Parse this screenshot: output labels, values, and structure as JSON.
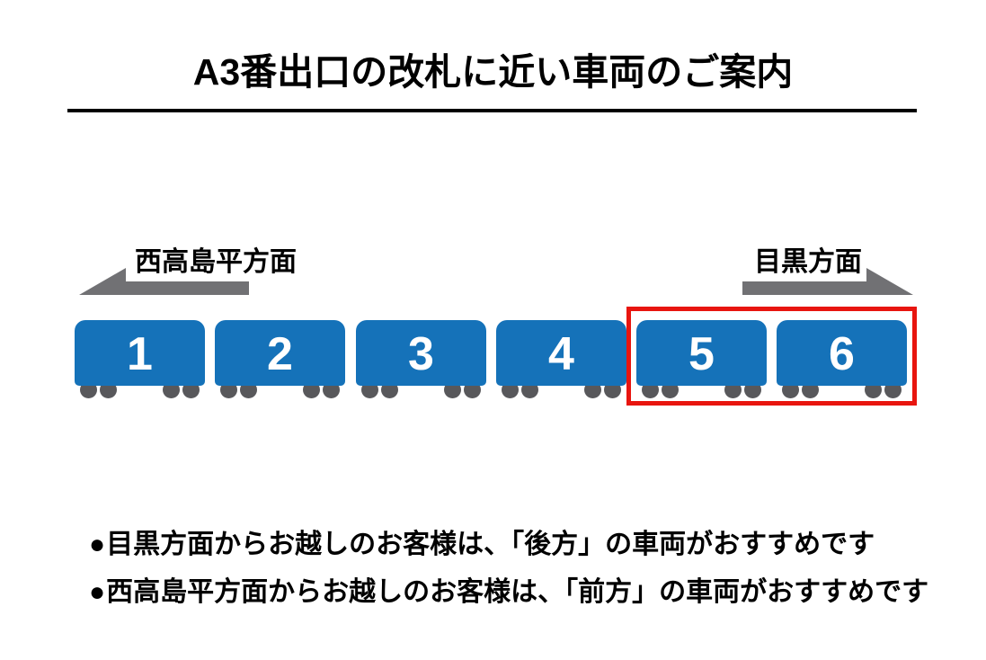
{
  "header": {
    "title": "A3番出口の改札に近い車両のご案内"
  },
  "directions": {
    "left": {
      "label": "西高島平方面",
      "arrow_icon": "left-arrow"
    },
    "right": {
      "label": "目黒方面",
      "arrow_icon": "right-arrow"
    }
  },
  "train": {
    "cars": [
      {
        "number": "1",
        "highlighted": false
      },
      {
        "number": "2",
        "highlighted": false
      },
      {
        "number": "3",
        "highlighted": false
      },
      {
        "number": "4",
        "highlighted": false
      },
      {
        "number": "5",
        "highlighted": true
      },
      {
        "number": "6",
        "highlighted": true
      }
    ],
    "highlighted_cars": [
      "5",
      "6"
    ]
  },
  "notes": [
    {
      "marker": "●",
      "text": "目黒方面からお越しのお客様は、「後方」の車両がおすすめです"
    },
    {
      "marker": "●",
      "text": "西高島平方面からお越しのお客様は、「前方」の車両がおすすめです"
    }
  ],
  "colors": {
    "background": "#ffffff",
    "text_color": "#000000",
    "car_blue": "#1572b9",
    "wheel_gray": "#58585b",
    "arrow_gray": "#717174",
    "highlight_red": "#e8150f"
  }
}
